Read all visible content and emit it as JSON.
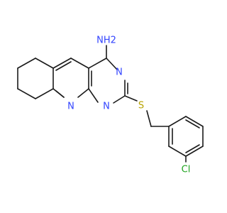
{
  "colors": {
    "background": "#ffffff",
    "bond": "#1a1a1a",
    "nitrogen": "#3344ff",
    "sulfur": "#b8a300",
    "chlorine": "#1fa31f"
  },
  "labels": {
    "amine": "NH2",
    "ring_n_upper": "N",
    "ring_n_lower": "N",
    "pyridine_n": "N",
    "sulfur": "S",
    "chlorine": "Cl"
  }
}
